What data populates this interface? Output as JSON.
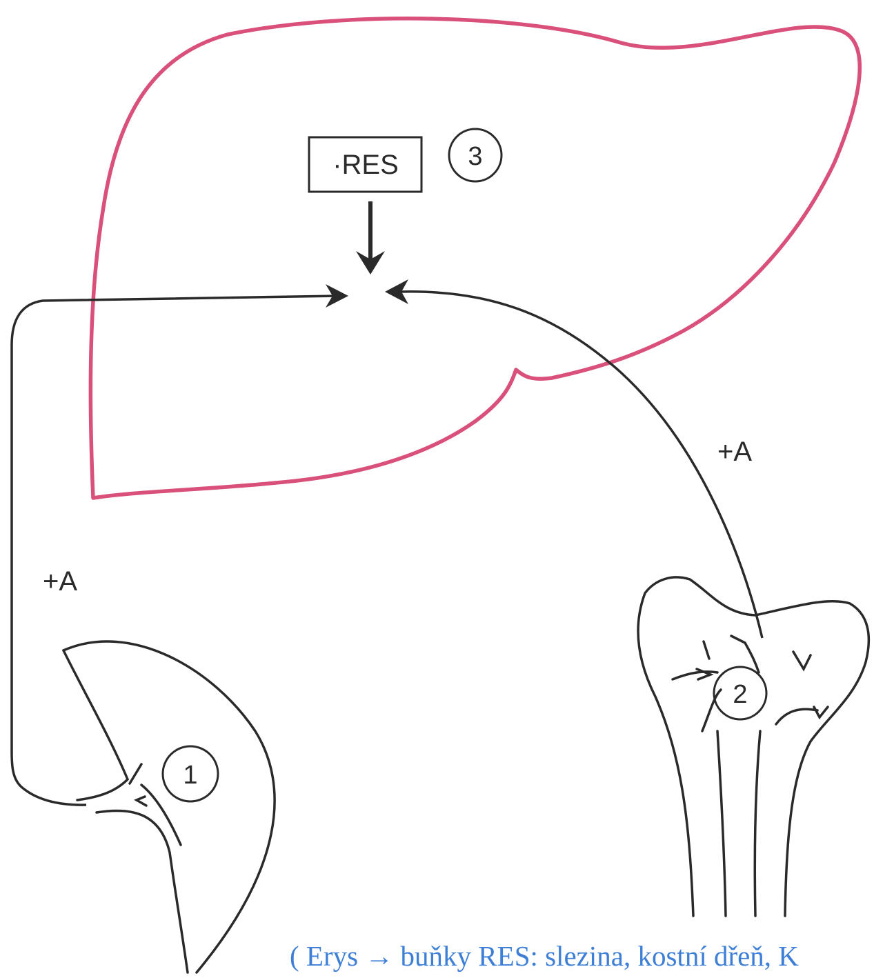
{
  "diagram": {
    "res_box_label": "·RES",
    "badge_liver": "3",
    "badge_spleen": "1",
    "badge_bone": "2",
    "label_left_arrow": "+A",
    "label_right_arrow": "+A",
    "caption": "( Erys → buňky RES: slezina, kostní dřeň, K",
    "colors": {
      "liver_outline": "#d9507a",
      "line": "#2a2a2a",
      "caption": "#3d7fd6",
      "background": "#ffffff"
    },
    "icons": [
      "liver-outline",
      "spleen-outline",
      "bone-head-outline"
    ]
  }
}
